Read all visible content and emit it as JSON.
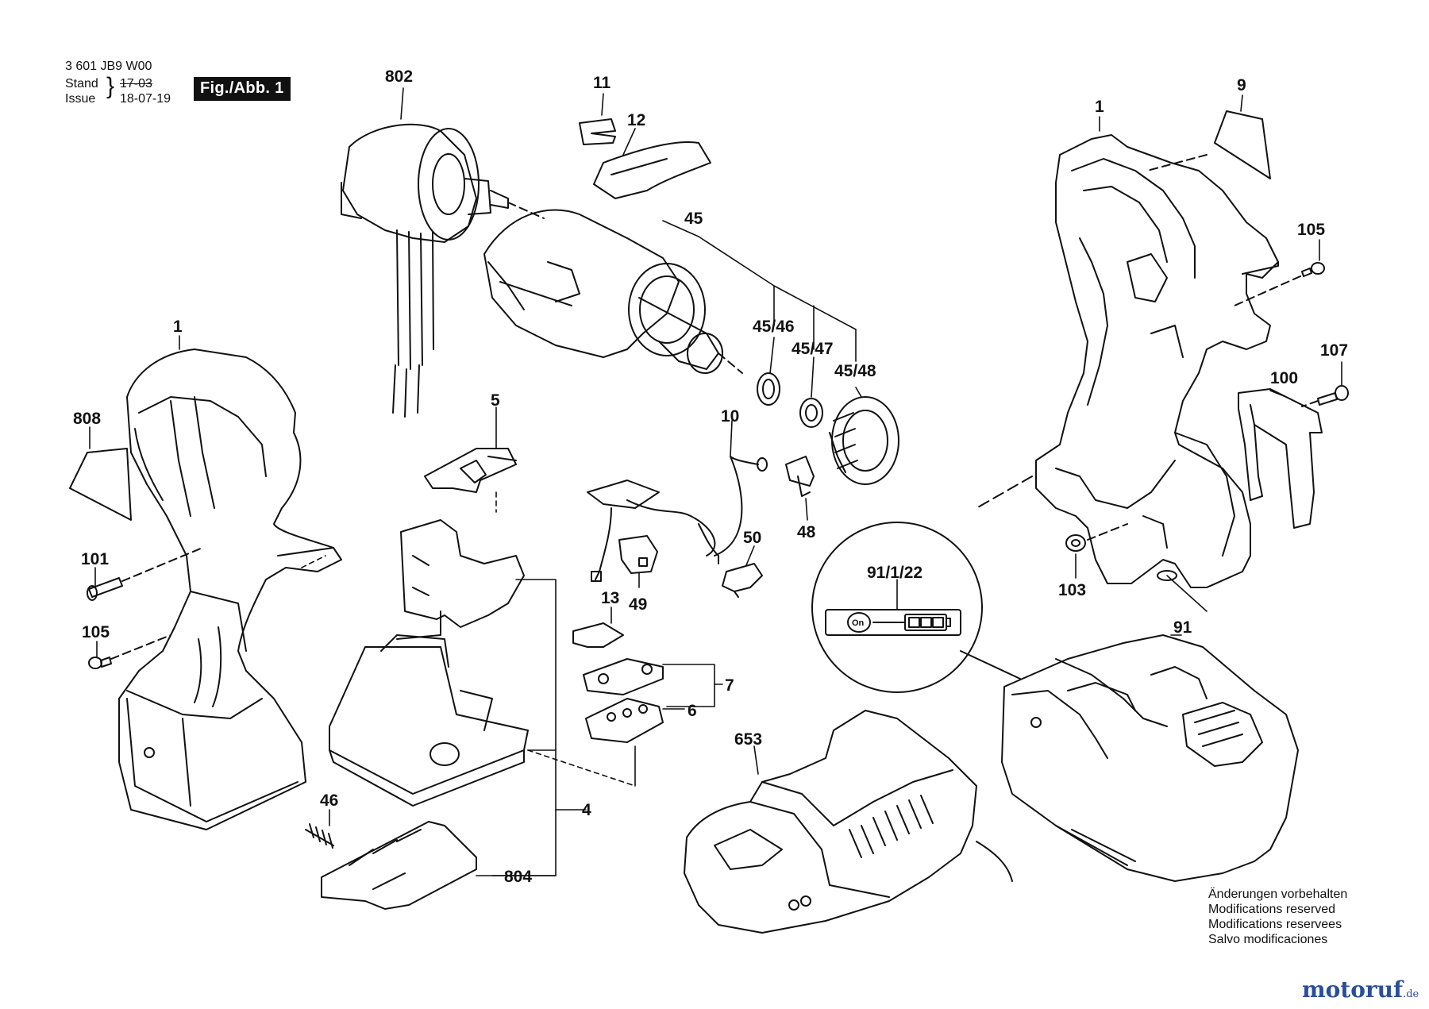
{
  "header": {
    "doc_number": "3 601 JB9 W00",
    "stand_label": "Stand",
    "issue_label": "Issue",
    "stand_value": "17-03",
    "issue_value": "18-07-19",
    "figure_label": "Fig./Abb. 1"
  },
  "callouts": [
    "802",
    "11",
    "12",
    "9",
    "1",
    "45",
    "105",
    "45/46",
    "45/47",
    "45/48",
    "107",
    "100",
    "808",
    "5",
    "10",
    "48",
    "50",
    "101",
    "13",
    "49",
    "7",
    "6",
    "103",
    "91",
    "653",
    "46",
    "4",
    "804"
  ],
  "battery_label": {
    "code": "91/1/22",
    "on_text": "On"
  },
  "notice": {
    "de": "Änderungen vorbehalten",
    "en": "Modifications reserved",
    "fr": "Modifications reservees",
    "es": "Salvo modificaciones"
  },
  "watermark": {
    "name": "motoruf",
    "tld": ".de"
  }
}
